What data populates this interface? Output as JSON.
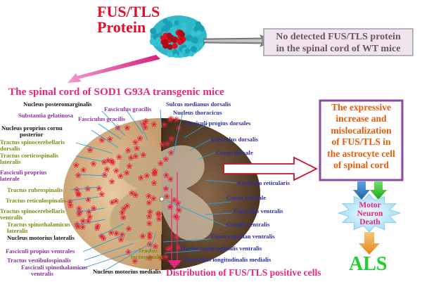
{
  "protein": {
    "line1": "FUS/TLS",
    "line2": "Protein"
  },
  "no_detected": {
    "line1": "No detected FUS/TLS protein",
    "line2": "in the spinal cord of WT mice"
  },
  "spinal_title": "The spinal cord of SOD1 G93A transgenic mice",
  "expressive": [
    "The expressive",
    "increase and",
    "mislocalization",
    "of FUS/TLS in",
    "the astrocyte cell",
    "of spinal cord"
  ],
  "motor": [
    "Motor",
    "Neuron",
    "Death"
  ],
  "als": "ALS",
  "distribution": "Distribution of FUS/TLS positive cells",
  "left_labels": [
    "Nucleus posteromarginalis",
    "Substantia gelatinosa",
    "Nucleus proprius cornu",
    "posterior",
    "Tractus spinocerebellaris",
    "dorsalis",
    "Tractus corticospinalis",
    "lateralis",
    "Fasciculi proprius",
    "laterale",
    "Tractus rubrospinalis",
    "Tractus reticulospinalis",
    "Tractus spinocerebellaris",
    "ventralis",
    "Tractus spinothalamicus",
    "lateralis",
    "Nucleus motorius lateralis",
    "Fasciculi propius ventrales",
    "Tractus vestibulospinalis",
    "Fasciculi spinothalamicus",
    "ventralis"
  ],
  "top_labels": [
    "Fasciculus gracilis",
    "Fasciculus gracilis",
    "Sulcus medianus dorsalis",
    "Nucleus thoracicus"
  ],
  "bottom_labels": [
    "Tractus",
    "tectospinalis",
    "Nucleus motorius medialis"
  ],
  "right_labels": [
    "Fasciculi progius dorsales",
    "Funiculus dorsalis",
    "Cornu dorsale",
    "Formatio reticularis",
    "Cornu ventrale",
    "Funiculus ventralis",
    "Canalis centralis",
    "Fissura median ventralis",
    "Tractus corticospinalis ventralis",
    "Fasciculus longitudinalis medialis"
  ],
  "colors": {
    "title_red": "#e0102a",
    "magenta": "#e4287f",
    "box_purple": "#8a4aa6",
    "box_text": "#e55d0a",
    "als_green": "#19d22c",
    "label_olive": "#7d8a12",
    "label_purple": "#8c2fa0",
    "label_blue": "#2b2fa8",
    "label_black": "#111111",
    "cord_tan": "#b98f62",
    "cord_brown": "#5a3a22",
    "star_red": "#e2243a"
  }
}
